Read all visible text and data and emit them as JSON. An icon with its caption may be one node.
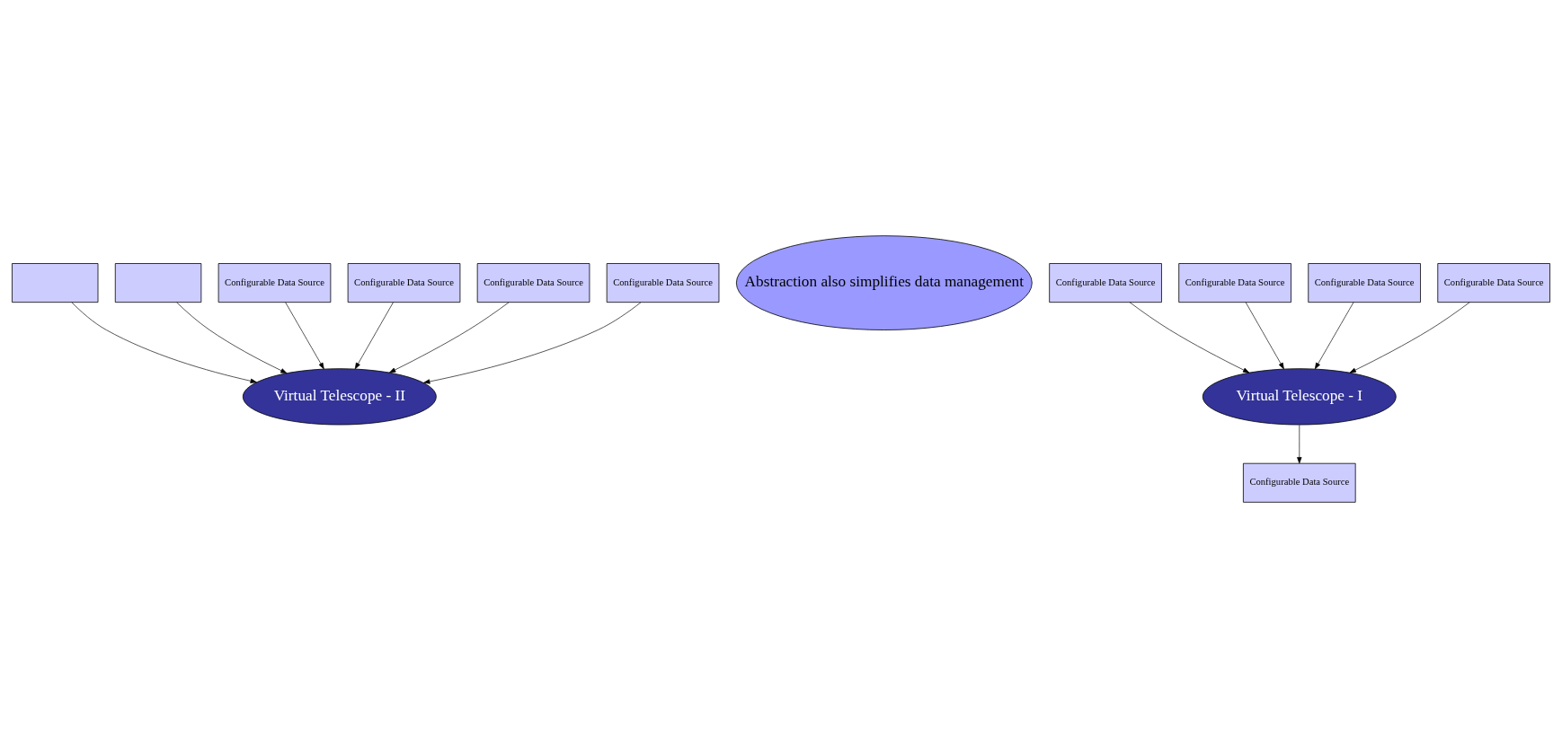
{
  "diagram": {
    "nodes": [
      {
        "text": [],
        "shape": "box"
      },
      {
        "text": [
          "Abstraction also simplifies data management"
        ]
      },
      {
        "text": [
          "Configurable Data Source"
        ]
      },
      {
        "text": [
          "Configurable Data Source"
        ]
      },
      {
        "text": [
          "Configurable Data Source"
        ]
      },
      {
        "text": [],
        "shape": "box"
      },
      {
        "text": [
          "Configurable Data Source"
        ]
      },
      {
        "text": [
          "Virtual Telescope - I"
        ]
      },
      {
        "text": [
          "Configurable Data Source"
        ]
      },
      {
        "text": [
          "Virtual Telescope - II"
        ]
      },
      {
        "text": [
          "Configurable Data Source"
        ]
      },
      {
        "text": [
          "Configurable Data Source"
        ]
      },
      {
        "text": [
          "Configurable Data Source"
        ]
      },
      {
        "text": [
          "Configurable Data Source"
        ]
      }
    ],
    "edges": [
      {
        "from": 3,
        "to": 7,
        "arrow": "to"
      },
      {
        "from": 2,
        "to": 7,
        "arrow": "to"
      },
      {
        "from": 4,
        "to": 7,
        "arrow": "to"
      },
      {
        "from": 8,
        "to": 7,
        "arrow": "to"
      },
      {
        "from": 0,
        "to": 9,
        "arrow": "to"
      },
      {
        "from": 5,
        "to": 9,
        "arrow": "to"
      },
      {
        "from": 6,
        "to": 9,
        "arrow": "to"
      },
      {
        "from": 7,
        "to": 11,
        "arrow": "to"
      },
      {
        "from": 10,
        "to": 9,
        "arrow": "to"
      },
      {
        "from": 12,
        "to": 9,
        "arrow": "to"
      },
      {
        "from": 13,
        "to": 9,
        "arrow": "to"
      }
    ]
  }
}
